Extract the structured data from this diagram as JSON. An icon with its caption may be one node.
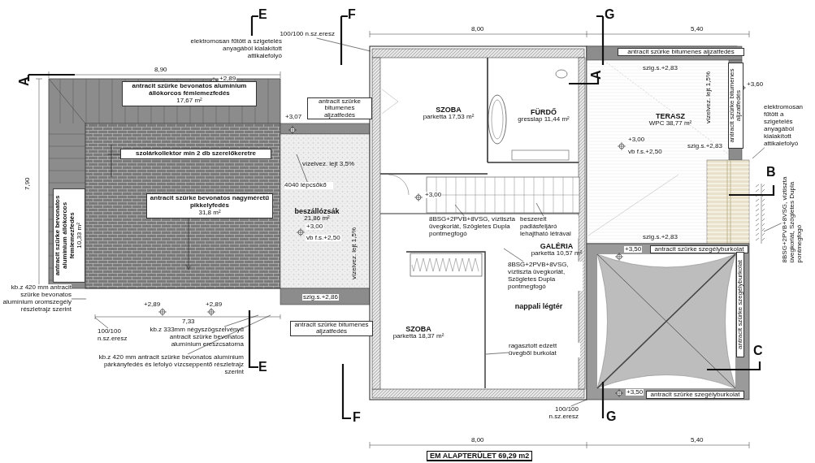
{
  "diagram": {
    "title": "EM ALAPTERÜLET 69,29 m2",
    "nodes": [
      {
        "text": [
          "SZOBA",
          "parketta 17,53 m²"
        ]
      },
      {
        "text": [
          "FÜRDŐ",
          "gresslap 11,44 m²"
        ]
      },
      {
        "text": [
          "TERASZ",
          "WPC 38,77 m²"
        ]
      },
      {
        "text": [
          "beszállózsák",
          "21,86 m²"
        ]
      },
      {
        "text": [
          "GALÉRIA",
          "parketta 10,57 m²"
        ]
      },
      {
        "text": [
          "nappali légtér"
        ]
      },
      {
        "text": [
          "SZOBA",
          "parketta 18,37 m²"
        ]
      },
      {
        "text": [
          "antracit szürke bevonatos alumínium állókorcos fémlemezfedés",
          "17,67 m²"
        ]
      },
      {
        "text": [
          "antracit szürke bevonatos nagyméretű pikkelyfedés",
          "31,8 m²"
        ]
      },
      {
        "text": [
          "antracit szürke bevonatos alumínium állókorcos fémlemezfedés",
          "10,33 m²"
        ]
      },
      {
        "text": [
          "szolárkollektor min 2 db szerelőkeretre"
        ]
      },
      {
        "text": [
          "elektromosan fűtött a szigetelés anyagából kialakított attikalefolyó"
        ]
      },
      {
        "text": [
          "kb.z 420 mm antracit szürke bevonatos alumínium oromszegély részletrajz szerint"
        ]
      },
      {
        "text": [
          "kb.z 333mm négyszögszelvényű antracit szürke bevonatos alumínium ereszcsatorna"
        ]
      },
      {
        "text": [
          "kb.z 420 mm antracit szürke bevonatos alumínium párkányfedés és lefolyó vízcseppentő részletrajz szerint"
        ]
      },
      {
        "text": [
          "100/100 n.sz.eresz"
        ]
      },
      {
        "text": [
          "4040 lépcsőkő"
        ]
      },
      {
        "text": [
          "8BSG+2PVB+8VSG, víztiszta üvegkorlát, Szögletes Dupla pontmegfogó"
        ]
      },
      {
        "text": [
          "beszerelt padlásfeljáró lehajtható létrával"
        ]
      },
      {
        "text": [
          "8BSG+2PVB+8VSG, víztiszta üvegkorlát, Szögletes Dupla pontmegfogó"
        ]
      },
      {
        "text": [
          "ragasztott edzett üvegből burkolat"
        ]
      },
      {
        "text": [
          "elektromosan fűtött a szigetelés anyagából kialakított attikalefolyó"
        ]
      },
      {
        "text": [
          "8BSG+2PVB+8VSG, víztiszta üvegkorlát, Szögletes Dupla pontmegfogó"
        ]
      },
      {
        "text": [
          "100/100 n.sz.eresz"
        ]
      },
      {
        "text": [
          "100/100 n.sz.eresz"
        ]
      }
    ],
    "edges": [
      {
        "from": 10,
        "to": null,
        "arrow": "none"
      },
      {
        "from": 12,
        "to": null,
        "arrow": "none"
      },
      {
        "from": 13,
        "to": null,
        "arrow": "none"
      },
      {
        "from": 14,
        "to": null,
        "arrow": "none"
      },
      {
        "from": 15,
        "to": null,
        "arrow": "none"
      },
      {
        "from": 16,
        "to": null,
        "arrow": "none"
      },
      {
        "from": 17,
        "to": null,
        "arrow": "none"
      },
      {
        "from": 18,
        "to": null,
        "arrow": "none"
      },
      {
        "from": 19,
        "to": null,
        "arrow": "none"
      },
      {
        "from": 20,
        "to": null,
        "arrow": "none"
      },
      {
        "from": 21,
        "to": null,
        "arrow": "none"
      },
      {
        "from": 22,
        "to": null,
        "arrow": "none"
      },
      {
        "from": 23,
        "to": null,
        "arrow": "none"
      },
      {
        "from": 24,
        "to": null,
        "arrow": "none"
      }
    ],
    "labels": [
      "E",
      "F",
      "G",
      "A",
      "A",
      "B",
      "C",
      "E",
      "F",
      "G",
      "8,00",
      "5,40",
      "8,90",
      "7,90",
      "7,33",
      "8,00",
      "5,40",
      "+2,89",
      "+3,07",
      "+3,00",
      "vb f.s.+2,50",
      "szig.s.+2,86",
      "+2,89",
      "+2,89",
      "+3,00",
      "+3,60",
      "szig.s.+2,83",
      "+3,00",
      "vb f.s.+2,50",
      "szig.s.+2,83",
      "szig.s.+2,83",
      "+3,50",
      "+3,50",
      "antracit szürke bitumenes aljzatfedés",
      "antracit szürke bitumenes aljzatfedés",
      "antracit szürke bitumenes aljzatfedés",
      "antracit szürke bitumenes aljzatfedés",
      "antracit szürke szegélyburkolat",
      "antracit szürke szegélyburkolat",
      "antracit szürke szegélyburkolat",
      "vízelvez. lejt 1,5%",
      "vízelvez. lejt 3,5%",
      "vízelvez. lejt 1,5%"
    ]
  }
}
